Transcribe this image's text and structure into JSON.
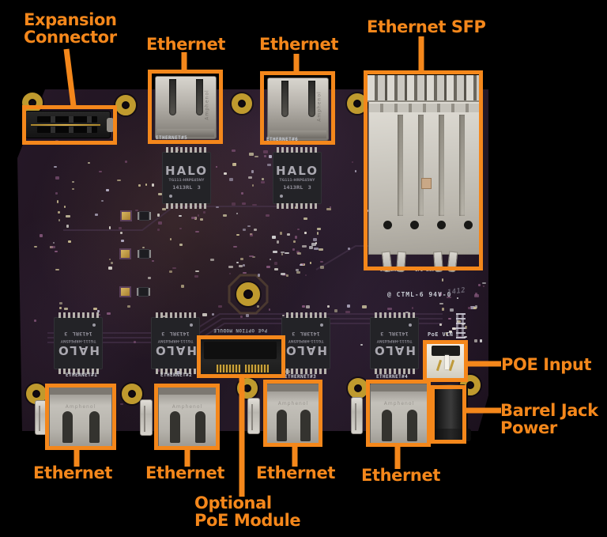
{
  "colors": {
    "accent_orange": "#F4871B",
    "background": "#000000",
    "board_purple": "#20151F",
    "gold_pad": "#BF9A2E",
    "metal_silver": "#D8D5CE"
  },
  "callouts": {
    "expansion_connector": {
      "line1": "Expansion",
      "line2": "Connector"
    },
    "ethernet_top_1": {
      "label": "Ethernet"
    },
    "ethernet_top_2": {
      "label": "Ethernet"
    },
    "ethernet_sfp": {
      "label": "Ethernet SFP"
    },
    "poe_input": {
      "label": "POE Input"
    },
    "barrel_jack_power": {
      "line1": "Barrel Jack",
      "line2": "Power"
    },
    "ethernet_bottom_1": {
      "label": "Ethernet"
    },
    "ethernet_bottom_2": {
      "label": "Ethernet"
    },
    "ethernet_bottom_3": {
      "label": "Ethernet"
    },
    "ethernet_bottom_4": {
      "label": "Ethernet"
    },
    "optional_poe_module": {
      "line1": "Optional",
      "line2": "PoE Module"
    }
  },
  "board_silkscreen": {
    "transformer_brand": "HALO",
    "transformer_part": "TG111-HRPE45NY",
    "transformer_lot": "1413RL   3",
    "port_labels_bottom": [
      "ETHERNET#1",
      "ETHERNET#2",
      "ETHERNET#3",
      "ETHERNET#4"
    ],
    "port_labels_top": [
      "ETHERNET#5",
      "ETHERNET#6"
    ],
    "poe_header_label": "PoE VIN",
    "poe_module_label": "PoE OPTION MODULE",
    "sfp_led_labels": "SPD LNK      SPD LNK",
    "compliance_marking": "@ CTML-6 94V-0",
    "date_code": "1412",
    "jack_brand": "Amphenol"
  }
}
